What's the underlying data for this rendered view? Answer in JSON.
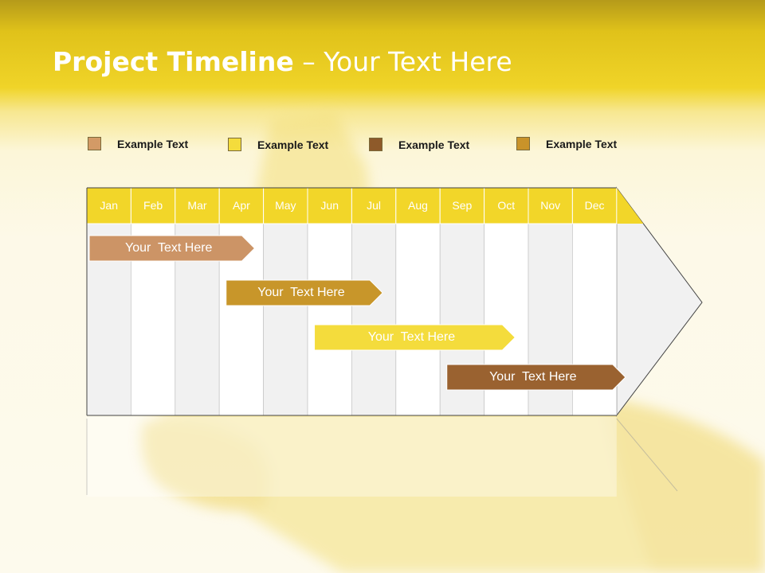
{
  "title": {
    "main": "Project Timeline",
    "rest": " – Your Text Here"
  },
  "legend": [
    {
      "label": "Example Text",
      "color": "#d39a66"
    },
    {
      "label": "Example Text",
      "color": "#f4dc3c"
    },
    {
      "label": "Example Text",
      "color": "#8e5a2a"
    },
    {
      "label": "Example Text",
      "color": "#c9932a"
    }
  ],
  "months": [
    "Jan",
    "Feb",
    "Mar",
    "Apr",
    "May",
    "Jun",
    "Jul",
    "Aug",
    "Sep",
    "Oct",
    "Nov",
    "Dec"
  ],
  "tasks": [
    {
      "label": "Your  Text Here",
      "start_month": 1,
      "end_month": 4.8,
      "color": "#cc9466"
    },
    {
      "label": "Your  Text Here",
      "start_month": 4.1,
      "end_month": 7.7,
      "color": "#c8962a"
    },
    {
      "label": "Your  Text Here",
      "start_month": 6.1,
      "end_month": 10.7,
      "color": "#f4dc3c"
    },
    {
      "label": "Your  Text Here",
      "start_month": 9.1,
      "end_month": 13.2,
      "color": "#9a6230"
    }
  ],
  "colors": {
    "header_fill": "#f2d629",
    "column_alt": "#f1f1f1",
    "column_base": "#ffffff",
    "arrow_fill": "#f1f1f1",
    "frame": "#444444"
  }
}
